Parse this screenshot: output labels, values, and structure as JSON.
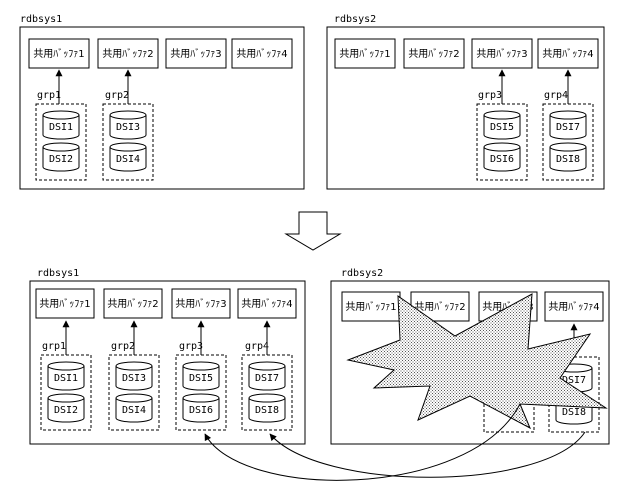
{
  "top": {
    "sys1": {
      "name": "rdbsys1",
      "buffers": [
        "共用ﾊﾞｯﾌｧ1",
        "共用ﾊﾞｯﾌｧ2",
        "共用ﾊﾞｯﾌｧ3",
        "共用ﾊﾞｯﾌｧ4"
      ],
      "groups": [
        {
          "name": "grp1",
          "dsi": [
            "DSI1",
            "DSI2"
          ]
        },
        {
          "name": "grp2",
          "dsi": [
            "DSI3",
            "DSI4"
          ]
        }
      ]
    },
    "sys2": {
      "name": "rdbsys2",
      "buffers": [
        "共用ﾊﾞｯﾌｧ1",
        "共用ﾊﾞｯﾌｧ2",
        "共用ﾊﾞｯﾌｧ3",
        "共用ﾊﾞｯﾌｧ4"
      ],
      "groups": [
        {
          "name": "grp3",
          "dsi": [
            "DSI5",
            "DSI6"
          ]
        },
        {
          "name": "grp4",
          "dsi": [
            "DSI7",
            "DSI8"
          ]
        }
      ]
    }
  },
  "bottom": {
    "sys1": {
      "name": "rdbsys1",
      "buffers": [
        "共用ﾊﾞｯﾌｧ1",
        "共用ﾊﾞｯﾌｧ2",
        "共用ﾊﾞｯﾌｧ3",
        "共用ﾊﾞｯﾌｧ4"
      ],
      "groups": [
        {
          "name": "grp1",
          "dsi": [
            "DSI1",
            "DSI2"
          ]
        },
        {
          "name": "grp2",
          "dsi": [
            "DSI3",
            "DSI4"
          ]
        },
        {
          "name": "grp3",
          "dsi": [
            "DSI5",
            "DSI6"
          ]
        },
        {
          "name": "grp4",
          "dsi": [
            "DSI7",
            "DSI8"
          ]
        }
      ]
    },
    "sys2": {
      "name": "rdbsys2",
      "buffers": [
        "共用ﾊﾞｯﾌｧ1",
        "共用ﾊﾞｯﾌｧ2",
        "共用ﾊﾞｯﾌｧ3",
        "共用ﾊﾞｯﾌｧ4"
      ],
      "groups": [
        {
          "name": "",
          "dsi": [
            "DSI7",
            "DSI8"
          ]
        }
      ]
    }
  },
  "icons": {
    "transition": "down-arrow-icon",
    "failure": "explosion-icon"
  }
}
